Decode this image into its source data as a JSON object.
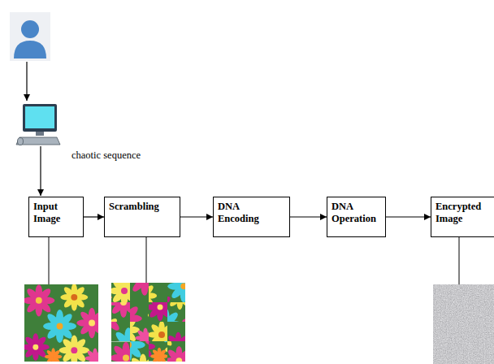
{
  "diagram": {
    "nodes": [
      {
        "text": [
          "Input Image"
        ]
      },
      {
        "text": [
          "Scrambling"
        ]
      },
      {
        "text": [
          "DNA Encoding"
        ]
      },
      {
        "text": [
          "DNA Operation"
        ]
      },
      {
        "text": [
          "Encrypted Image"
        ]
      }
    ],
    "edges": [
      {
        "from": 0,
        "to": 1,
        "arrow": "to"
      },
      {
        "from": 1,
        "to": 2,
        "arrow": "to"
      },
      {
        "from": 2,
        "to": 3,
        "arrow": "to"
      },
      {
        "from": 3,
        "to": 4,
        "arrow": "to"
      }
    ],
    "labels": [
      "chaotic sequence"
    ]
  }
}
